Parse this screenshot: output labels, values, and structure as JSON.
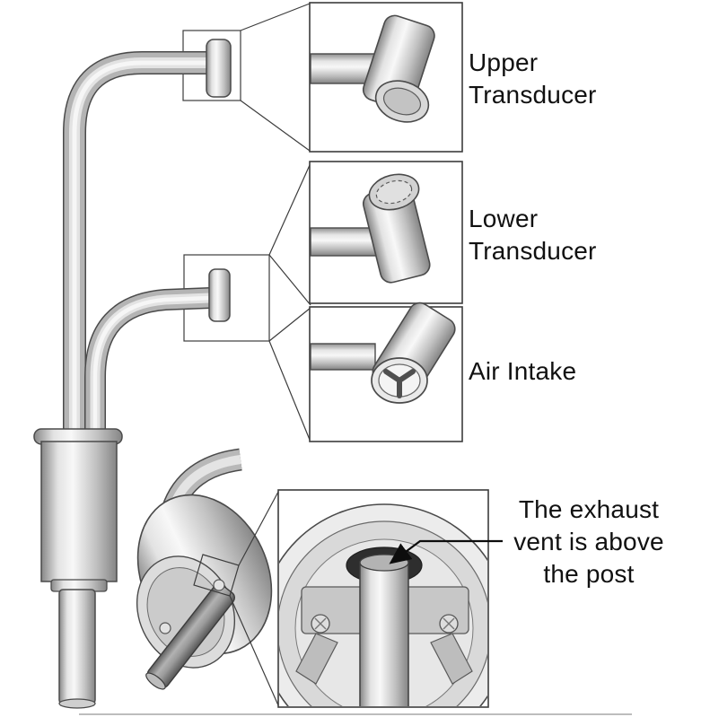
{
  "background": "#ffffff",
  "colors": {
    "line": "#3c3c3c",
    "metal_light": "#f2f2f2",
    "metal_dark": "#8a8a8a",
    "vent_dark": "#2e2e2e",
    "text": "#111111"
  },
  "callouts": {
    "upper_transducer": {
      "label": "Upper Transducer"
    },
    "lower_transducer": {
      "label": "Lower Transducer"
    },
    "air_intake": {
      "label": "Air Intake"
    },
    "exhaust_note": {
      "label": "The exhaust vent is above the post"
    }
  }
}
